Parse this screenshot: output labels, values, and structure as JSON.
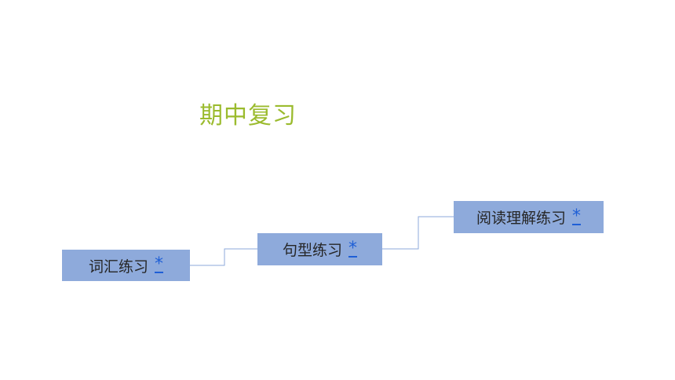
{
  "slide": {
    "title": "期中复习"
  },
  "boxes": {
    "vocab": {
      "label": "词汇练习",
      "link": "*"
    },
    "sentence": {
      "label": "句型练习",
      "link": "*"
    },
    "reading": {
      "label": "阅读理解练习",
      "link": "*"
    }
  },
  "colors": {
    "title": "#9bbb2e",
    "box_fill": "#8eaadb",
    "connector": "#8eaadb",
    "link": "#1f5fd6",
    "label": "#262626"
  }
}
